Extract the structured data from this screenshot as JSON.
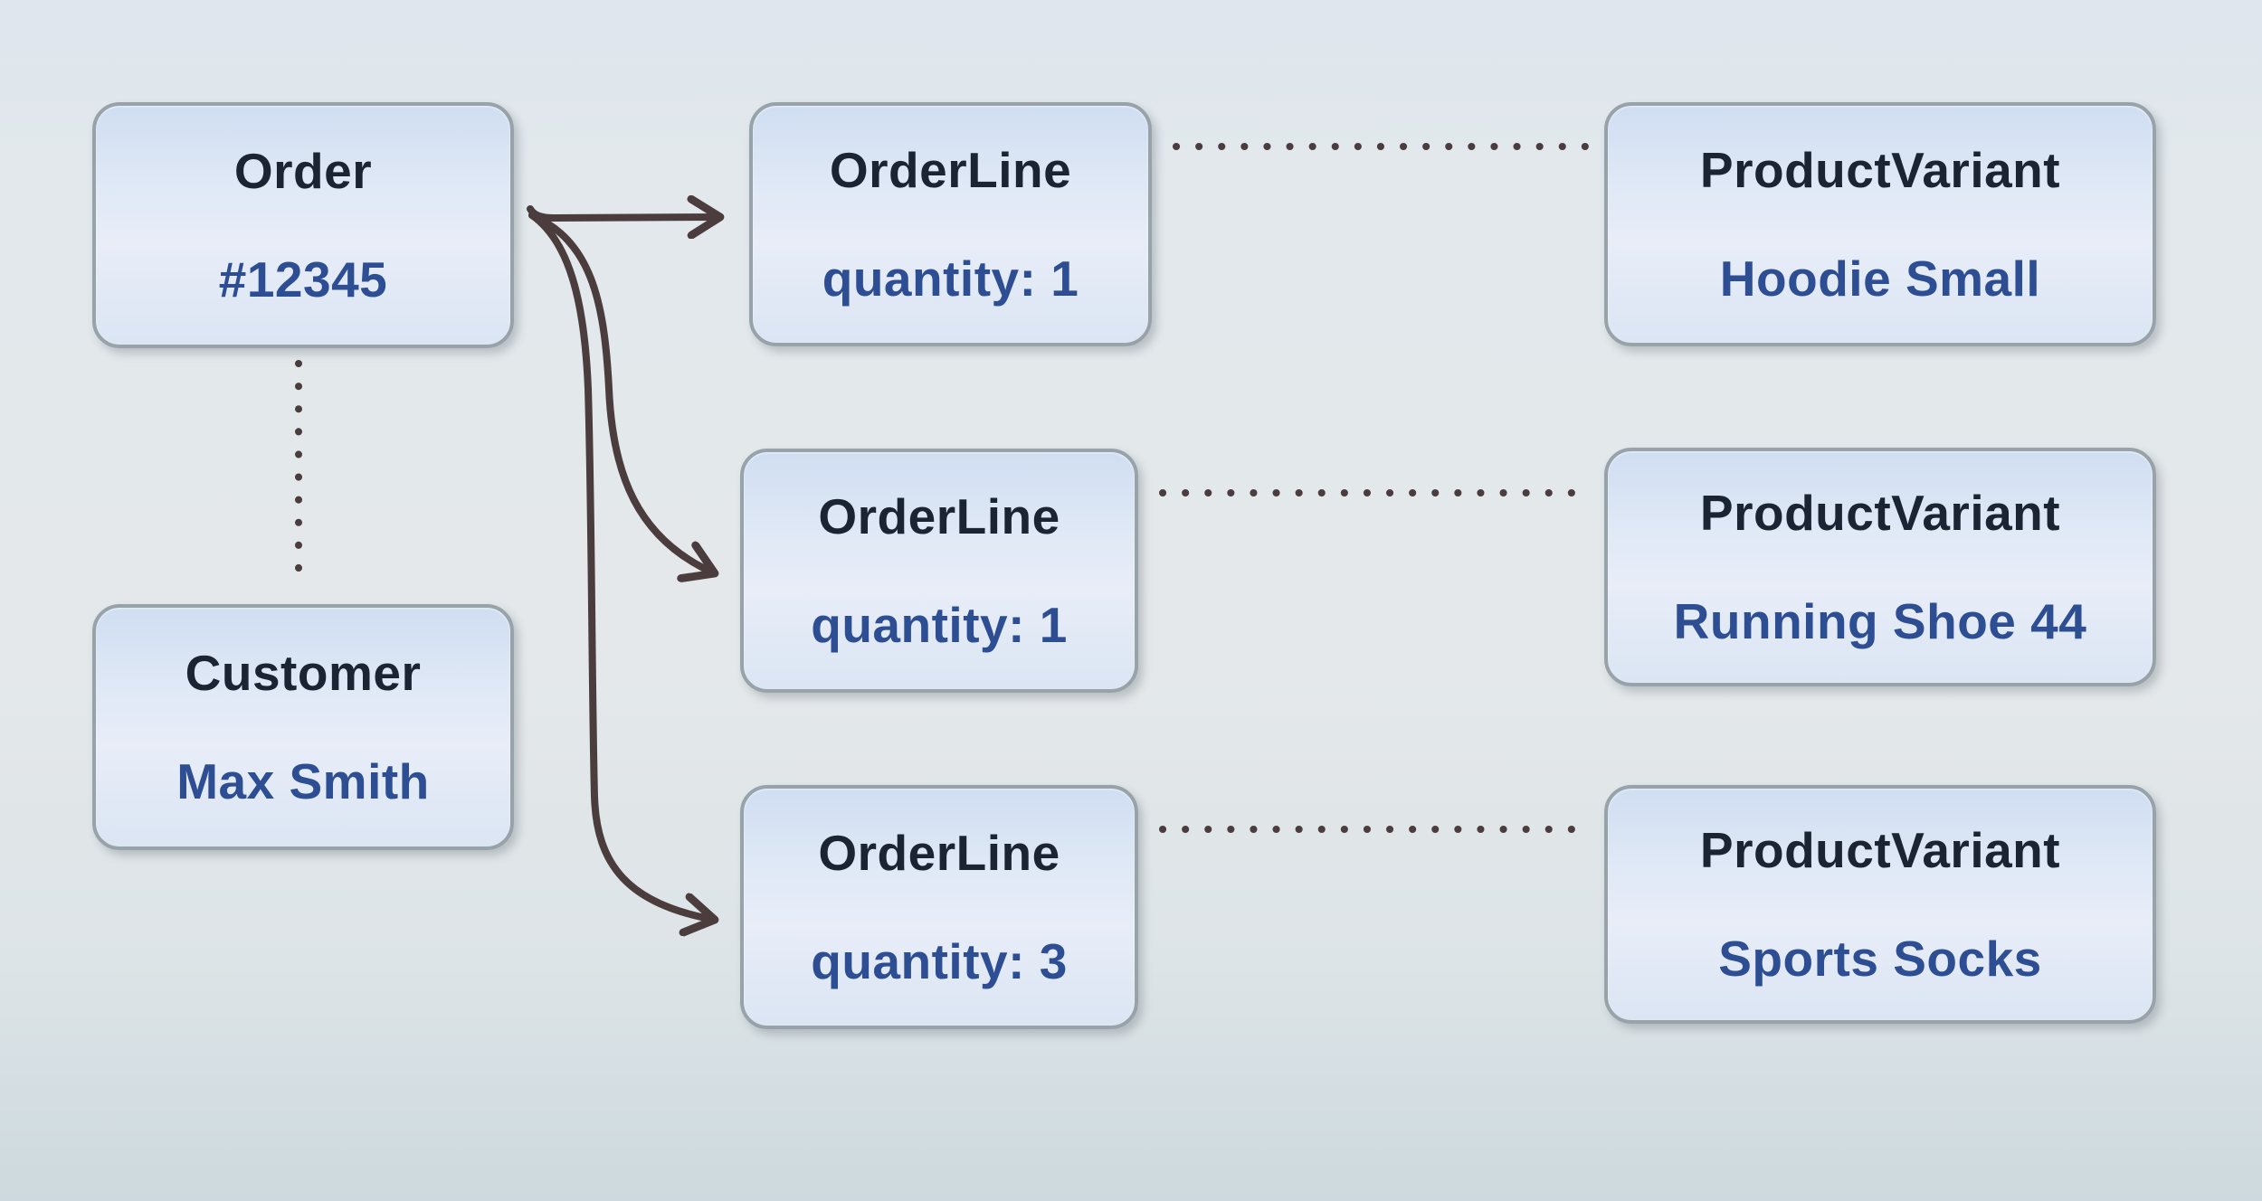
{
  "diagram": {
    "description": "Order object diagram",
    "nodes": {
      "order": {
        "title": "Order",
        "value": "#12345"
      },
      "customer": {
        "title": "Customer",
        "value": "Max Smith"
      },
      "orderline1": {
        "title": "OrderLine",
        "value": "quantity: 1"
      },
      "orderline2": {
        "title": "OrderLine",
        "value": "quantity: 1"
      },
      "orderline3": {
        "title": "OrderLine",
        "value": "quantity: 3"
      },
      "productvariant1": {
        "title": "ProductVariant",
        "value": "Hoodie Small"
      },
      "productvariant2": {
        "title": "ProductVariant",
        "value": "Running Shoe 44"
      },
      "productvariant3": {
        "title": "ProductVariant",
        "value": "Sports Socks"
      }
    },
    "edges": [
      {
        "from": "order",
        "to": "customer",
        "style": "dotted-line"
      },
      {
        "from": "order",
        "to": "orderline1",
        "style": "solid-arrow"
      },
      {
        "from": "order",
        "to": "orderline2",
        "style": "solid-arrow"
      },
      {
        "from": "order",
        "to": "orderline3",
        "style": "solid-arrow"
      },
      {
        "from": "orderline1",
        "to": "productvariant1",
        "style": "dotted-line"
      },
      {
        "from": "orderline2",
        "to": "productvariant2",
        "style": "dotted-line"
      },
      {
        "from": "orderline3",
        "to": "productvariant3",
        "style": "dotted-line"
      }
    ]
  },
  "colors": {
    "box_border": "#98a2a9",
    "box_fill_top": "#d0def2",
    "box_fill_mid": "#e8edf8",
    "box_fill_bottom": "#dbe5f3",
    "title_text": "#1b2433",
    "value_text": "#2d4e92",
    "connector": "#4b3d3d",
    "background_top": "#dfe6ed",
    "background_mid": "#e4e8ea",
    "background_bottom": "#cdd9de"
  }
}
